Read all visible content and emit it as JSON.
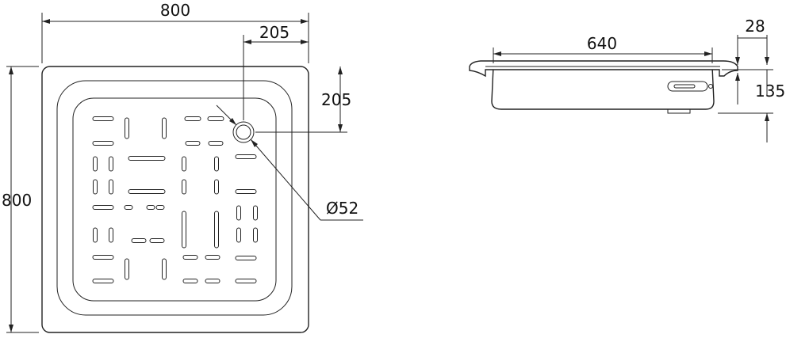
{
  "drawing": {
    "top_view": {
      "width_label": "800",
      "height_label": "800",
      "drain_offset_x_label": "205",
      "drain_offset_y_label": "205",
      "drain_diameter_label": "Ø52"
    },
    "side_view": {
      "length_label": "640",
      "rim_label": "28",
      "depth_label": "135"
    }
  }
}
